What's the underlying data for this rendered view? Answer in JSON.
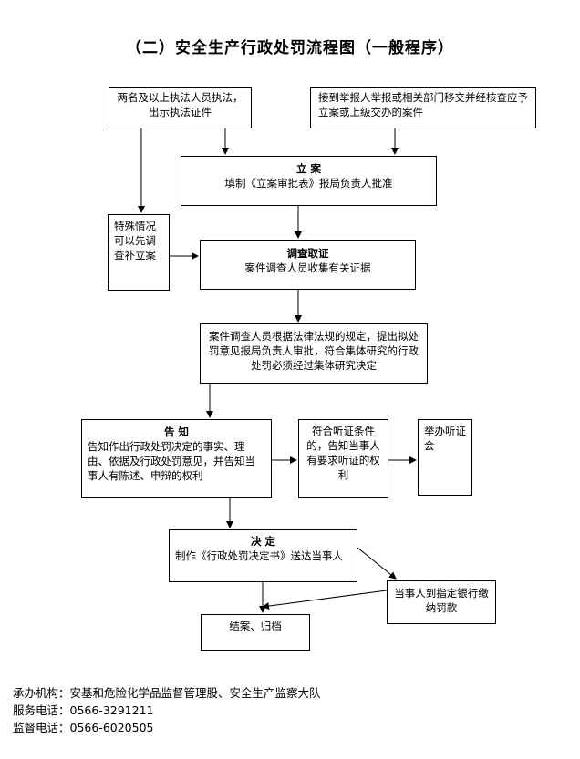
{
  "title": "（二）安全生产行政处罚流程图（一般程序）",
  "boxes": {
    "two_officers": "两名及以上执法人员执法，出示执法证件",
    "report": "接到举报人举报或相关部门移交并经核查应予立案或上级交办的案件",
    "filing": {
      "title": "立 案",
      "text": "填制《立案审批表》报局负责人批准"
    },
    "special": "特殊情况可以先调查补立案",
    "investigation": {
      "title": "调查取证",
      "text": "案件调查人员收集有关证据"
    },
    "proposal": "案件调查人员根据法律法规的规定，提出拟处罚意见报局负责人审批，符合集体研究的行政处罚必须经过集体研究决定",
    "notice": {
      "title": "告 知",
      "text": "告知作出行政处罚决定的事实、理由、依据及行政处罚意见，并告知当事人有陈述、申辩的权利"
    },
    "hearing_condition": "符合听证条件的，告知当事人有要求听证的权利",
    "hold_hearing": "举办听证会",
    "decision": {
      "title": "决 定",
      "text": "制作《行政处罚决定书》送达当事人"
    },
    "pay_fine": "当事人到指定银行缴纳罚款",
    "close_case": "结案、归档"
  },
  "footer": {
    "organizer": "承办机构：安基和危险化学品监督管理股、安全生产监察大队",
    "service_phone": "服务电话：0566-3291211",
    "supervision_phone": "监督电话：0566-6020505"
  }
}
